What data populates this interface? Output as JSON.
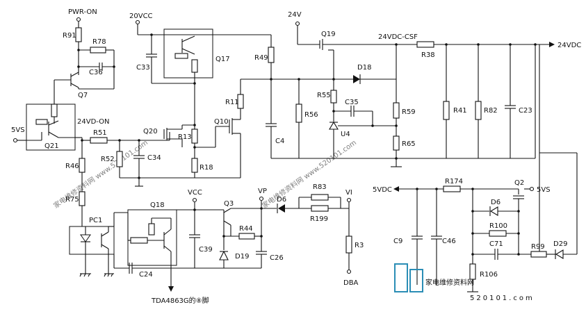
{
  "nets": {
    "pwr_on": "PWR-ON",
    "v20": "20VCC",
    "v24": "24V",
    "v24csf": "24VDC-CSF",
    "v24out": "24VDC",
    "v5vs_in": "5VS",
    "v24d_on": "24VD-ON",
    "vcc": "VCC",
    "vp": "VP",
    "vi": "VI",
    "dba": "DBA",
    "v5vdc": "5VDC",
    "v5vs_out": "5VS",
    "tda": "TDA4863G的⑧脚"
  },
  "resistors": {
    "r91": "R91",
    "r78": "R78",
    "r49": "R49",
    "r38": "R38",
    "r55": "R55",
    "r11": "R11",
    "r56": "R56",
    "r59": "R59",
    "r41": "R41",
    "r82": "R82",
    "r51": "R51",
    "r52": "R52",
    "r13": "R13",
    "r18": "R18",
    "r65": "R65",
    "r46": "R46",
    "r75": "R75",
    "r83": "R83",
    "r199": "R199",
    "r44": "R44",
    "r3": "R3",
    "r174": "R174",
    "r100": "R100",
    "r99": "R99",
    "r106": "R106"
  },
  "capacitors": {
    "c36": "C36",
    "c33": "C33",
    "c35": "C35",
    "c23": "C23",
    "c34": "C34",
    "c4": "C4",
    "c39": "C39",
    "c26": "C26",
    "c24": "C24",
    "c9": "C9",
    "c46": "C46",
    "c71": "C71"
  },
  "transistors": {
    "q7": "Q7",
    "q17": "Q17",
    "q19": "Q19",
    "q21": "Q21",
    "q20": "Q20",
    "q10": "Q10",
    "q18": "Q18",
    "q3": "Q3",
    "q2": "Q2",
    "pc1": "PC1"
  },
  "diodes": {
    "d18": "D18",
    "u4": "U4",
    "d6a": "D6",
    "d19": "D19",
    "d6b": "D6",
    "d29": "D29"
  },
  "watermark": {
    "brand": "家电维修资料网",
    "url": "520101.com",
    "diag": "家电维修资料网 www.520101.com"
  }
}
